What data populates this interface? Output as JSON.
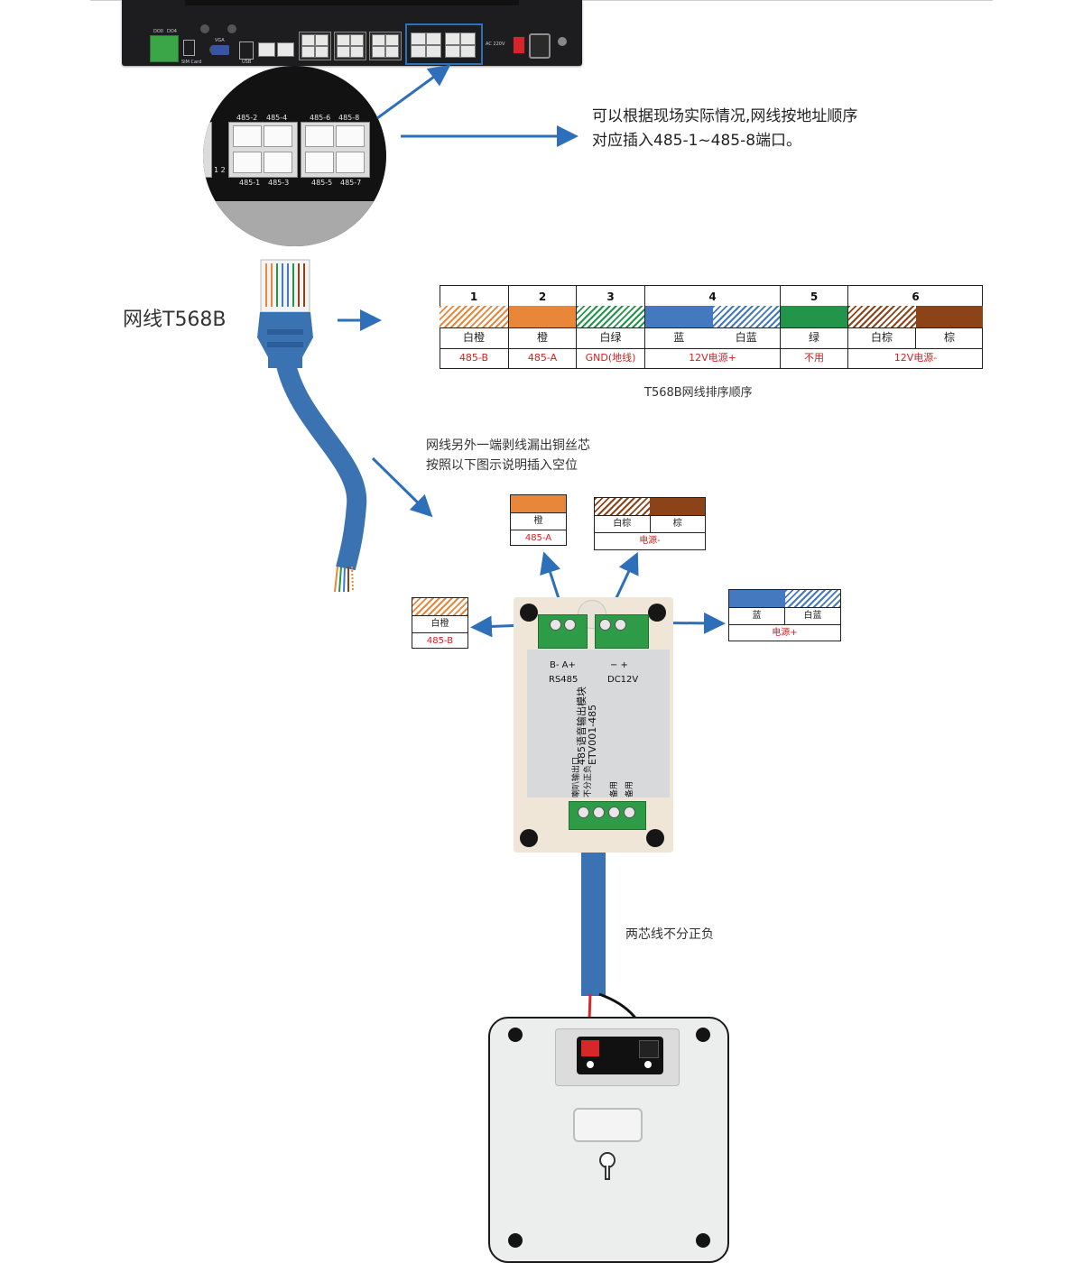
{
  "nvr": {
    "port_labels": {
      "do": "DO0",
      "do2": "DO4",
      "sim": "SIM Card",
      "vga": "VGA",
      "usb": "USB",
      "dc": "AC 220V"
    },
    "zoom_labels": {
      "top": [
        "485-2",
        "485-4",
        "485-6",
        "485-8"
      ],
      "bottom": [
        "485-1",
        "485-3",
        "485-5",
        "485-7"
      ],
      "side": "1 2"
    }
  },
  "note_ports": {
    "line1": "可以根据现场实际情况,网线按地址顺序",
    "line2": "对应插入485-1~485-8端口。"
  },
  "cable_label": "网线T568B",
  "t568b": {
    "caption": "T568B网线排序顺序",
    "columns": [
      {
        "num": "1",
        "wires": [
          {
            "name": "白橙",
            "color": "white-orange"
          }
        ],
        "func": "485-B"
      },
      {
        "num": "2",
        "wires": [
          {
            "name": "橙",
            "color": "orange"
          }
        ],
        "func": "485-A"
      },
      {
        "num": "3",
        "wires": [
          {
            "name": "白绿",
            "color": "white-green"
          }
        ],
        "func": "GND(地线)"
      },
      {
        "num": "4",
        "wires": [
          {
            "name": "蓝",
            "color": "blue"
          },
          {
            "name": "白蓝",
            "color": "white-blue"
          }
        ],
        "func": "12V电源+"
      },
      {
        "num": "5",
        "wires": [
          {
            "name": "绿",
            "color": "green"
          }
        ],
        "func": "不用"
      },
      {
        "num": "6",
        "wires": [
          {
            "name": "白棕",
            "color": "white-brown"
          },
          {
            "name": "棕",
            "color": "brown"
          }
        ],
        "func": "12V电源-"
      }
    ]
  },
  "strip_note": {
    "line1": "网线另外一端剥线漏出铜丝芯",
    "line2": "按照以下图示说明插入空位"
  },
  "wire_boxes": {
    "orange": {
      "name": "橙",
      "func": "485-A"
    },
    "brown": {
      "names": [
        "白棕",
        "棕"
      ],
      "func": "电源-"
    },
    "white_orange": {
      "name": "白橙",
      "func": "485-B"
    },
    "blue": {
      "names": [
        "蓝",
        "白蓝"
      ],
      "func": "电源+"
    }
  },
  "module": {
    "rs485_pins": "B-  A+",
    "rs485_label": "RS485",
    "dc_pins": "−   +",
    "dc_label": "DC12V",
    "title": "485语音输出模块",
    "model": "ETV001-485",
    "out_labels": [
      "喇叭输出口",
      "不分正负",
      "备用",
      "备用"
    ]
  },
  "speaker_note": "两芯线不分正负",
  "colors": {
    "arrow": "#2d6fb8",
    "func_red": "#d42020",
    "cable_blue": "#3a72b2",
    "terminal_green": "#2e9b47"
  }
}
